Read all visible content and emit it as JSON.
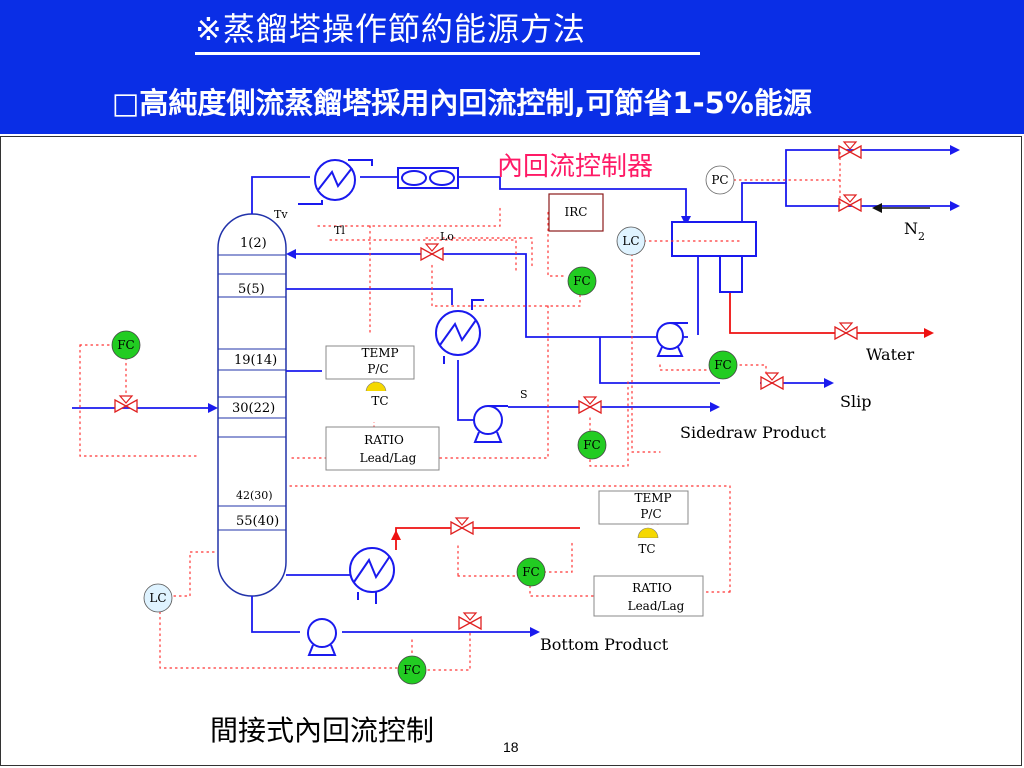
{
  "header": {
    "title": "※蒸餾塔操作節約能源方法",
    "subtitle": "□高純度側流蒸餾塔採用內回流控制,可節省1-5%能源"
  },
  "diagram": {
    "internal_reflux_label": "內回流控制器",
    "irc_label": "IRC",
    "pc_label": "PC",
    "lc_label": "LC",
    "fc_label": "FC",
    "tc_label": "TC",
    "tray_labels": [
      "1(2)",
      "5(5)",
      "19(14)",
      "30(22)",
      "42(30)",
      "55(40)"
    ],
    "tv_label": "Tv",
    "tl_label": "Tl",
    "lo_label": "Lo",
    "s_label": "S",
    "temp_pc_upper": [
      "TEMP",
      "P/C"
    ],
    "ratio_upper": [
      "RATIO",
      "Lead/Lag"
    ],
    "temp_pc_lower": [
      "TEMP",
      "P/C"
    ],
    "ratio_lower": [
      "RATIO",
      "Lead/Lag"
    ],
    "n2_label": "N",
    "n2_sub": "2",
    "water_label": "Water",
    "slip_label": "Slip",
    "sidedraw_label": "Sidedraw Product",
    "bottom_label": "Bottom Product",
    "caption": "間接式內回流控制",
    "page_number": "18"
  },
  "colors": {
    "header_bg": "#0a2ee6",
    "process_line": "#1a1aee",
    "signal_line": "#ff3333",
    "flow_controller": "#22cc22",
    "level_controller": "#dff3ff",
    "internal_reflux_text": "#ff1a66"
  }
}
